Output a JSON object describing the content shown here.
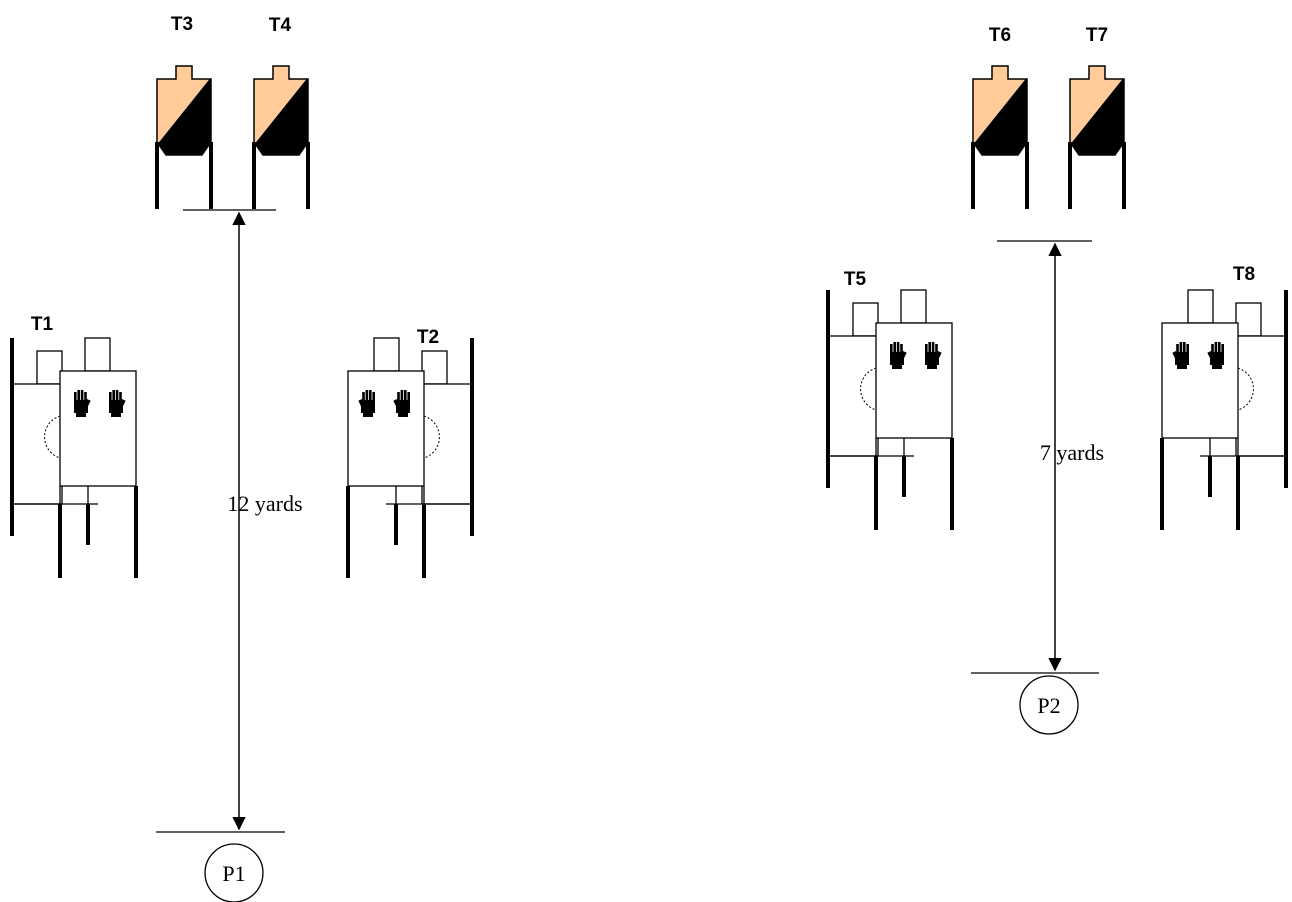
{
  "colors": {
    "target_skin": "#FFCC99",
    "target_dark": "#000000",
    "line": "#000000",
    "background": "#FFFFFF"
  },
  "bays": [
    {
      "position_label": "P1",
      "distance_label": "12 yards",
      "steel_targets": [
        {
          "label": "T3",
          "icon": "steel-popper-icon"
        },
        {
          "label": "T4",
          "icon": "steel-popper-icon"
        }
      ],
      "paper_targets": [
        {
          "label": "T1",
          "icon": "no-shoot-hands-target-icon"
        },
        {
          "label": "T2",
          "icon": "no-shoot-hands-target-icon"
        }
      ]
    },
    {
      "position_label": "P2",
      "distance_label": "7 yards",
      "steel_targets": [
        {
          "label": "T6",
          "icon": "steel-popper-icon"
        },
        {
          "label": "T7",
          "icon": "steel-popper-icon"
        }
      ],
      "paper_targets": [
        {
          "label": "T5",
          "icon": "no-shoot-hands-target-icon"
        },
        {
          "label": "T8",
          "icon": "no-shoot-hands-target-icon"
        }
      ]
    }
  ]
}
